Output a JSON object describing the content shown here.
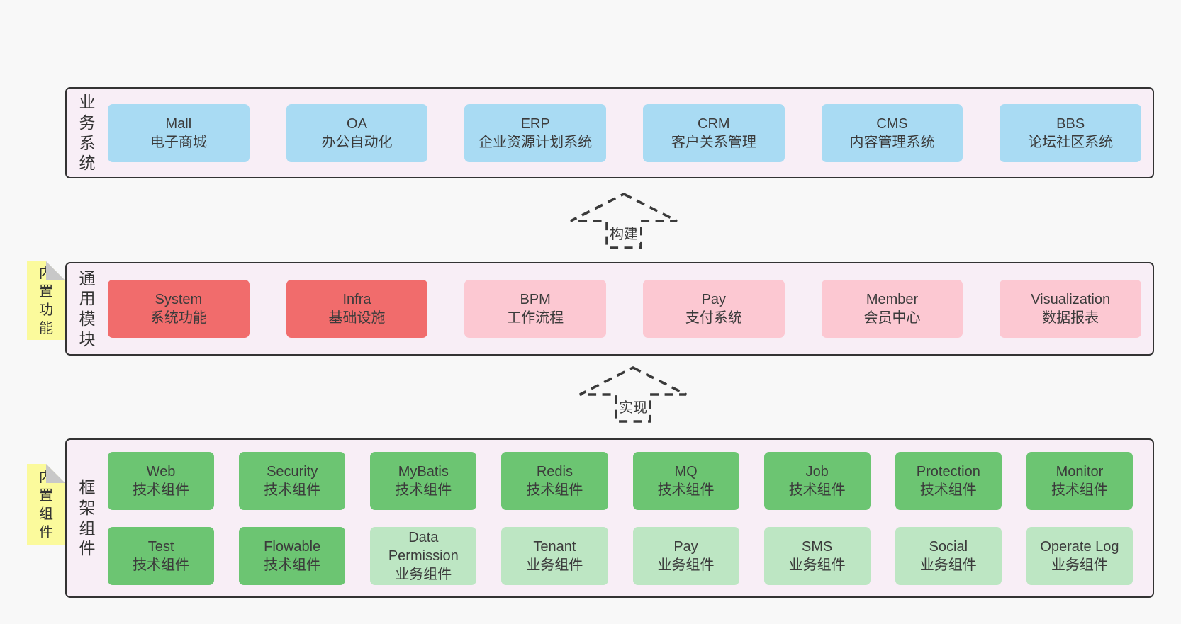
{
  "palette": {
    "page_bg": "#f8f8f8",
    "panel_bg": "#f8eef6",
    "panel_border": "#333333",
    "text": "#3b3b3b",
    "arrow_stroke": "#3a3a3a",
    "note_yellow": "#fbfa9c",
    "note_fold": "#c8c8c8",
    "blue": "#a9dbf3",
    "red": "#f16c6c",
    "pink": "#fcc8d2",
    "green": "#6cc572",
    "lightgreen": "#bde6c3"
  },
  "arrows": [
    {
      "label": "构建"
    },
    {
      "label": "实现"
    }
  ],
  "sections": [
    {
      "id": "business-systems",
      "label": "业务系统",
      "note": null,
      "columns": 6,
      "rows": [
        [
          {
            "en": "Mall",
            "zh": "电子商城",
            "color": "blue"
          },
          {
            "en": "OA",
            "zh": "办公自动化",
            "color": "blue"
          },
          {
            "en": "ERP",
            "zh": "企业资源计划系统",
            "color": "blue"
          },
          {
            "en": "CRM",
            "zh": "客户关系管理",
            "color": "blue"
          },
          {
            "en": "CMS",
            "zh": "内容管理系统",
            "color": "blue"
          },
          {
            "en": "BBS",
            "zh": "论坛社区系统",
            "color": "blue"
          }
        ]
      ]
    },
    {
      "id": "common-modules",
      "label": "通用模块",
      "note": "内置功能",
      "columns": 6,
      "rows": [
        [
          {
            "en": "System",
            "zh": "系统功能",
            "color": "red"
          },
          {
            "en": "Infra",
            "zh": "基础设施",
            "color": "red"
          },
          {
            "en": "BPM",
            "zh": "工作流程",
            "color": "pink"
          },
          {
            "en": "Pay",
            "zh": "支付系统",
            "color": "pink"
          },
          {
            "en": "Member",
            "zh": "会员中心",
            "color": "pink"
          },
          {
            "en": "Visualization",
            "zh": "数据报表",
            "color": "pink"
          }
        ]
      ]
    },
    {
      "id": "framework-components",
      "label": "框架组件",
      "note": "内置组件",
      "columns": 8,
      "rows": [
        [
          {
            "en": "Web",
            "zh": "技术组件",
            "color": "green"
          },
          {
            "en": "Security",
            "zh": "技术组件",
            "color": "green"
          },
          {
            "en": "MyBatis",
            "zh": "技术组件",
            "color": "green"
          },
          {
            "en": "Redis",
            "zh": "技术组件",
            "color": "green"
          },
          {
            "en": "MQ",
            "zh": "技术组件",
            "color": "green"
          },
          {
            "en": "Job",
            "zh": "技术组件",
            "color": "green"
          },
          {
            "en": "Protection",
            "zh": "技术组件",
            "color": "green"
          },
          {
            "en": "Monitor",
            "zh": "技术组件",
            "color": "green"
          }
        ],
        [
          {
            "en": "Test",
            "zh": "技术组件",
            "color": "green"
          },
          {
            "en": "Flowable",
            "zh": "技术组件",
            "color": "green"
          },
          {
            "en": "Data Permission",
            "zh": "业务组件",
            "color": "lightgreen"
          },
          {
            "en": "Tenant",
            "zh": "业务组件",
            "color": "lightgreen"
          },
          {
            "en": "Pay",
            "zh": "业务组件",
            "color": "lightgreen"
          },
          {
            "en": "SMS",
            "zh": "业务组件",
            "color": "lightgreen"
          },
          {
            "en": "Social",
            "zh": "业务组件",
            "color": "lightgreen"
          },
          {
            "en": "Operate Log",
            "zh": "业务组件",
            "color": "lightgreen"
          }
        ]
      ]
    }
  ]
}
